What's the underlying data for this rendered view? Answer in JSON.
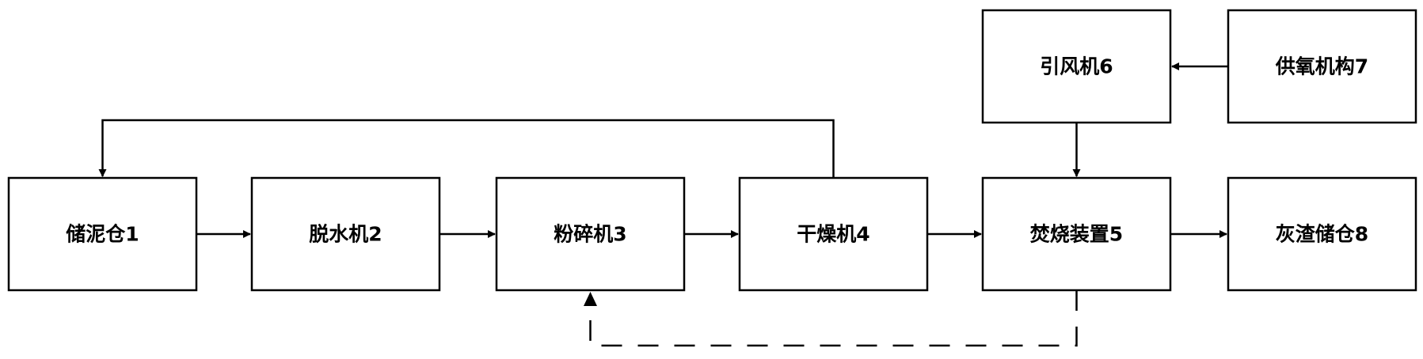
{
  "boxes": {
    "storage_bin": "储泥仓1",
    "dewatering": "脱水机2",
    "crusher": "粉碎机3",
    "dryer": "干燥机4",
    "incinerator": "焚烧装置5",
    "induced_fan": "引风机6",
    "oxygen_supply": "供氧机构7",
    "ash_bin": "灰渣储仓8"
  }
}
